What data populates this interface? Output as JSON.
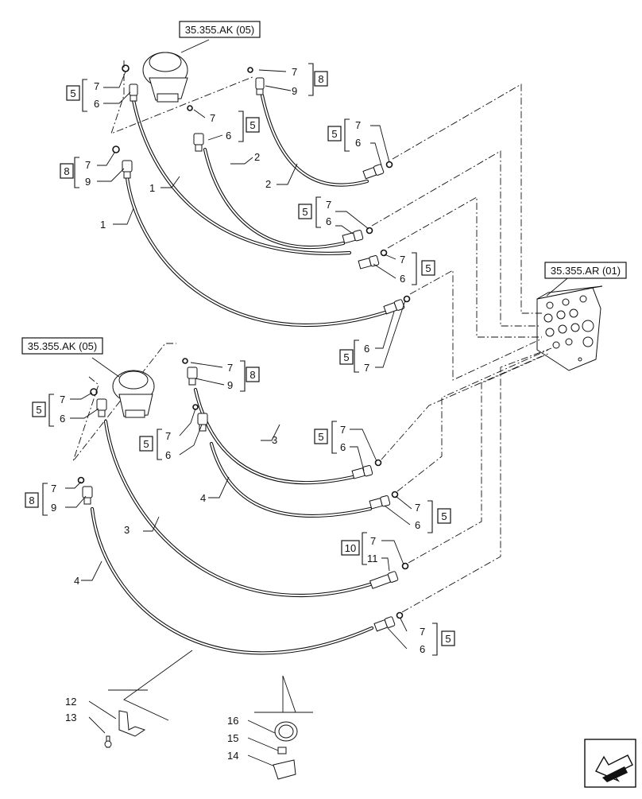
{
  "references": {
    "pilot_valve_upper": "35.355.AK (05)",
    "pilot_valve_lower": "35.355.AK (05)",
    "control_valve": "35.355.AR (01)"
  },
  "kits": {
    "k5": "5",
    "k8": "8",
    "k10": "10"
  },
  "items": {
    "i1": "1",
    "i2": "2",
    "i3": "3",
    "i4": "4",
    "i6": "6",
    "i7": "7",
    "i9": "9",
    "i11": "11",
    "i12": "12",
    "i13": "13",
    "i14": "14",
    "i15": "15",
    "i16": "16"
  },
  "navigation": {
    "icon": "previous-page-arrow-icon"
  }
}
